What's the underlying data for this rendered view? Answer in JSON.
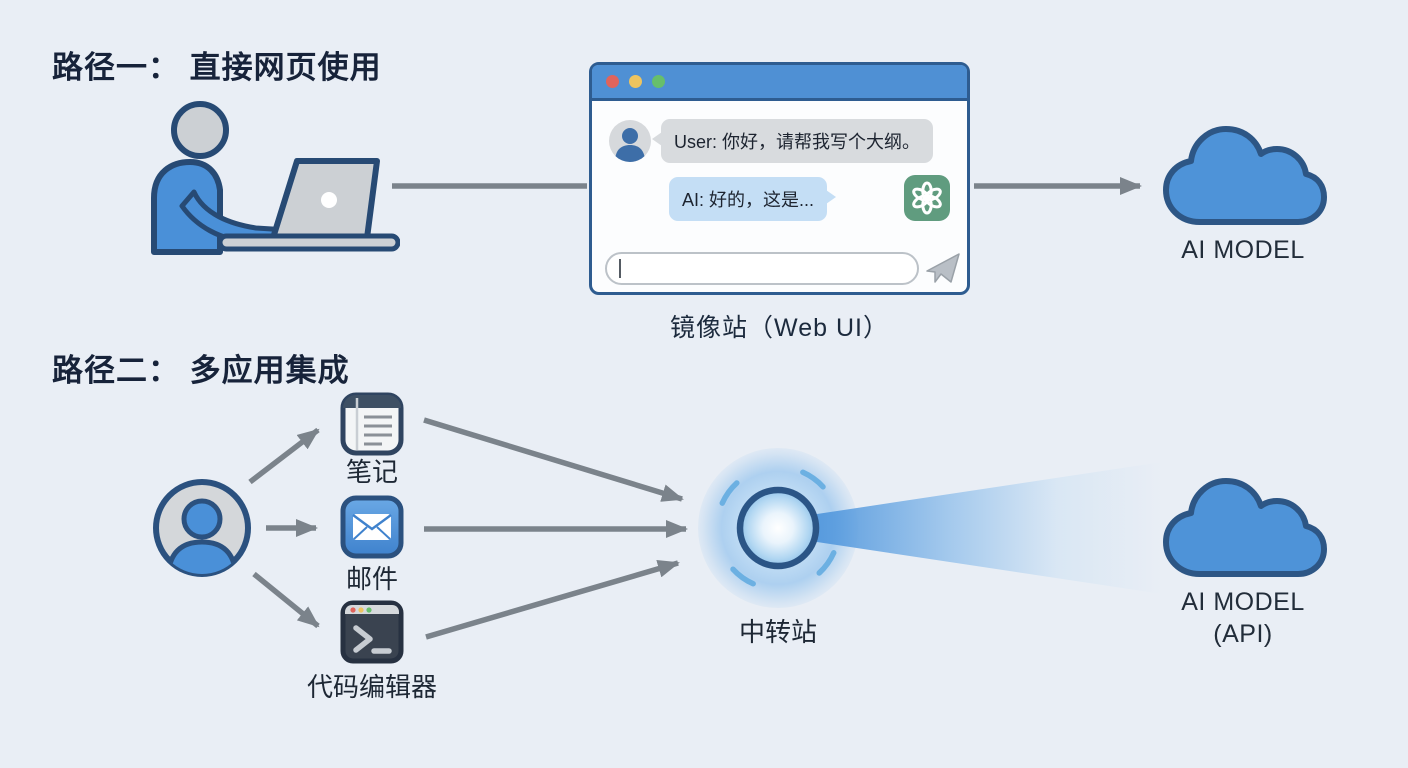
{
  "section1": {
    "title": "路径一： 直接网页使用",
    "caption": "镜像站（Web UI）",
    "cloud_label": "AI MODEL",
    "chat": {
      "user_message": "User: 你好，请帮我写个大纲。",
      "ai_message": "AI: 好的，这是...",
      "input_value": "",
      "input_placeholder": ""
    }
  },
  "section2": {
    "title": "路径二： 多应用集成",
    "apps": [
      {
        "label": "笔记"
      },
      {
        "label": "邮件"
      },
      {
        "label": "代码编辑器"
      }
    ],
    "hub_label": "中转站",
    "cloud_label": "AI MODEL",
    "cloud_sublabel": "(API)"
  },
  "icons": {
    "window_controls": [
      "close",
      "minimize",
      "zoom"
    ],
    "chat_avatar": "person-circle",
    "ai_badge": "openai-knot",
    "send": "paper-plane",
    "person": "person-at-laptop",
    "apps": [
      "notes",
      "mail",
      "terminal"
    ],
    "clouds": "cloud",
    "hub": "glowing-orb"
  },
  "colors": {
    "background": "#e9eef5",
    "accent_blue": "#4e93d8",
    "outline_navy": "#2d5685",
    "arrow_gray": "#7b838b",
    "titlebar_blue": "#4f90d4",
    "user_bubble": "#d8dbde",
    "ai_bubble": "#c4def5",
    "openai_green": "#609c7f",
    "terminal_dark": "#3a4350",
    "traffic_red": "#e0645c",
    "traffic_yellow": "#eec45f",
    "traffic_green": "#67bf6b",
    "text_dark": "#1c2a3d"
  }
}
